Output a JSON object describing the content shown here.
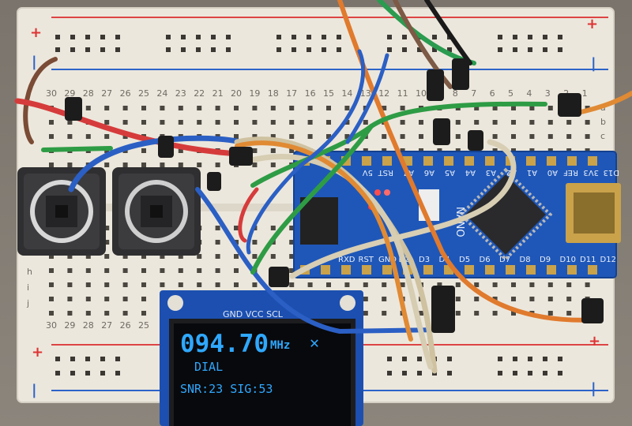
{
  "breadboard": {
    "rail_plus": "+",
    "rail_minus": "|",
    "column_numbers_top": [
      "30",
      "29",
      "28",
      "27",
      "26",
      "25",
      "24",
      "23",
      "22",
      "21",
      "20",
      "19",
      "18",
      "17",
      "16",
      "15",
      "14",
      "13",
      "12",
      "11",
      "10",
      "9",
      "8",
      "7",
      "6",
      "5",
      "4",
      "3",
      "2",
      "1"
    ],
    "column_numbers_bottom": [
      "30",
      "29",
      "28",
      "27",
      "26",
      "25"
    ],
    "row_letters_right": [
      "a",
      "b",
      "c"
    ],
    "row_letters_left": [
      "h",
      "i",
      "j"
    ]
  },
  "oled": {
    "header_pins": "GND VCC SCL",
    "frequency": "094.70",
    "unit": "MHz",
    "mark": "✕",
    "mode": "DIAL",
    "signal_line": "SNR:23 SIG:53"
  },
  "arduino": {
    "top_pins": [
      "A7",
      "A6",
      "A5",
      "A4",
      "A3",
      "A2",
      "A1",
      "A0",
      "REF",
      "3V3",
      "D13"
    ],
    "top_left_pins": [
      "5V",
      "RST"
    ],
    "bottom_pins": [
      "RXD",
      "RST",
      "GND",
      "D2",
      "D3",
      "D4",
      "D5",
      "D6",
      "D7",
      "D8",
      "D9",
      "D10",
      "D11",
      "D12"
    ],
    "chip_label": "NANO"
  }
}
